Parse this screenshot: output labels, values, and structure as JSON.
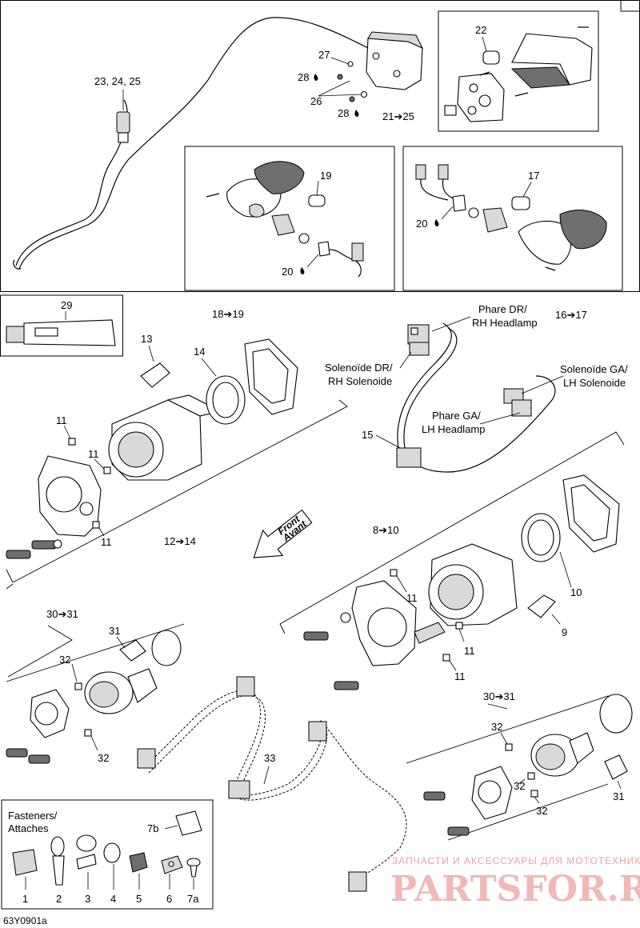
{
  "labels": {
    "l_23_25": "23, 24, 25",
    "l_22": "22",
    "l_27": "27",
    "l_28a": "28",
    "l_26": "26",
    "l_28b": "28",
    "l_21_25": "21➔25",
    "l_19": "19",
    "l_20a": "20",
    "l_17": "17",
    "l_20b": "20",
    "l_18_19": "18➔19",
    "l_16_17": "16➔17",
    "l_29": "29",
    "l_13": "13",
    "l_14": "14",
    "l_11a": "11",
    "l_11b": "11",
    "l_11c": "11",
    "l_12_14": "12➔14",
    "l_15": "15",
    "l_8_10": "8➔10",
    "l_11d": "11",
    "l_10": "10",
    "l_11e": "11",
    "l_9": "9",
    "l_11f": "11",
    "l_30_31a": "30➔31",
    "l_31a": "31",
    "l_32a": "32",
    "l_32b": "32",
    "l_33": "33",
    "l_30_31b": "30➔31",
    "l_32c": "32",
    "l_32d": "32",
    "l_32e": "32",
    "l_31b": "31",
    "l_7b": "7b",
    "l_1": "1",
    "l_2": "2",
    "l_3": "3",
    "l_4": "4",
    "l_5": "5",
    "l_6": "6",
    "l_7a": "7a"
  },
  "connectors": {
    "rh_headlamp_fr": "Phare DR/",
    "rh_headlamp_en": "RH Headlamp",
    "rh_solenoid_fr": "Solenoïde DR/",
    "rh_solenoid_en": "RH Solenoide",
    "lh_solenoid_fr": "Solenoïde GA/",
    "lh_solenoid_en": "LH Solenoide",
    "lh_headlamp_fr": "Phare GA/",
    "lh_headlamp_en": "LH Headlamp"
  },
  "front_arrow": {
    "line1": "Front",
    "line2": "Avant"
  },
  "fasteners": {
    "title_line1": "Fasteners/",
    "title_line2": "Attaches"
  },
  "figure_code": "63Y0901a",
  "watermark": {
    "tagline": "ЗАПЧАСТИ И АКСЕССУАРЫ ДЛЯ МОТОТЕХНИКИ",
    "site": "PARTSFOR.RU"
  }
}
